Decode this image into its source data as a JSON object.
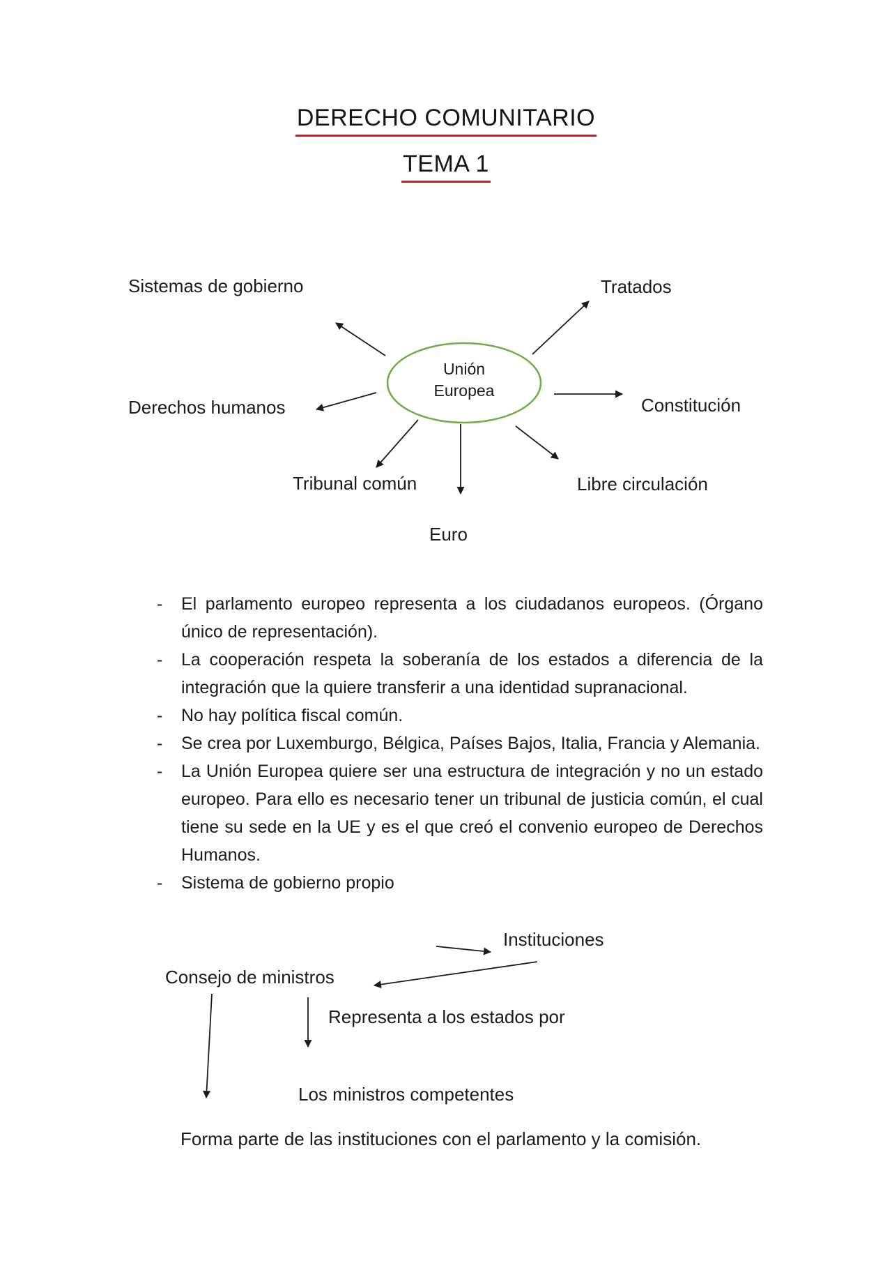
{
  "header": {
    "title": "DERECHO COMUNITARIO",
    "subtitle": "TEMA 1"
  },
  "diagram": {
    "center_label": "Unión\nEuropea",
    "nodes": [
      {
        "id": "sistemas-de-gobierno",
        "label": "Sistemas de gobierno"
      },
      {
        "id": "tratados",
        "label": "Tratados"
      },
      {
        "id": "derechos-humanos",
        "label": "Derechos humanos"
      },
      {
        "id": "constitucion",
        "label": "Constitución"
      },
      {
        "id": "tribunal-comun",
        "label": "Tribunal común"
      },
      {
        "id": "libre-circulacion",
        "label": "Libre circulación"
      },
      {
        "id": "euro",
        "label": "Euro"
      }
    ]
  },
  "bullets": [
    "El parlamento europeo representa a los ciudadanos europeos. (Órgano único de representación).",
    "La cooperación respeta la soberanía de los estados a diferencia de la integración que la quiere transferir a una identidad supranacional.",
    "No hay política fiscal común.",
    "Se crea por Luxemburgo, Bélgica, Países Bajos, Italia, Francia y Alemania.",
    "La Unión Europea quiere ser una estructura de integración y no un estado europeo. Para ello es necesario tener un tribunal de justicia común, el cual tiene su sede en la UE y es el que creó el convenio europeo de Derechos Humanos.",
    "Sistema de gobierno propio"
  ],
  "flow": {
    "instituciones_label": "Instituciones",
    "consejo_label": "Consejo de ministros",
    "representa_label": "Representa a los estados por",
    "ministros_label": "Los ministros competentes",
    "forma_parte_label": "Forma parte de las instituciones con el parlamento y la comisión."
  },
  "colors": {
    "ellipse_stroke": "#70ad47",
    "title_underline": "#ee1111",
    "text": "#1b1b1b"
  }
}
